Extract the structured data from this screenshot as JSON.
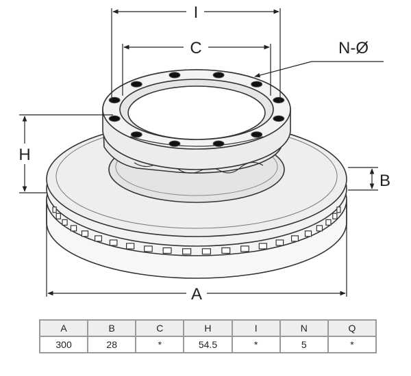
{
  "diagram": {
    "labels": {
      "dim_I": "I",
      "dim_C": "C",
      "dim_N": "N-Ø",
      "dim_H": "H",
      "dim_B": "B",
      "dim_A": "A"
    }
  },
  "spec_table": {
    "headers": [
      "A",
      "B",
      "C",
      "H",
      "I",
      "N",
      "Q"
    ],
    "values": [
      "300",
      "28",
      "*",
      "54.5",
      "*",
      "5",
      "*"
    ]
  }
}
